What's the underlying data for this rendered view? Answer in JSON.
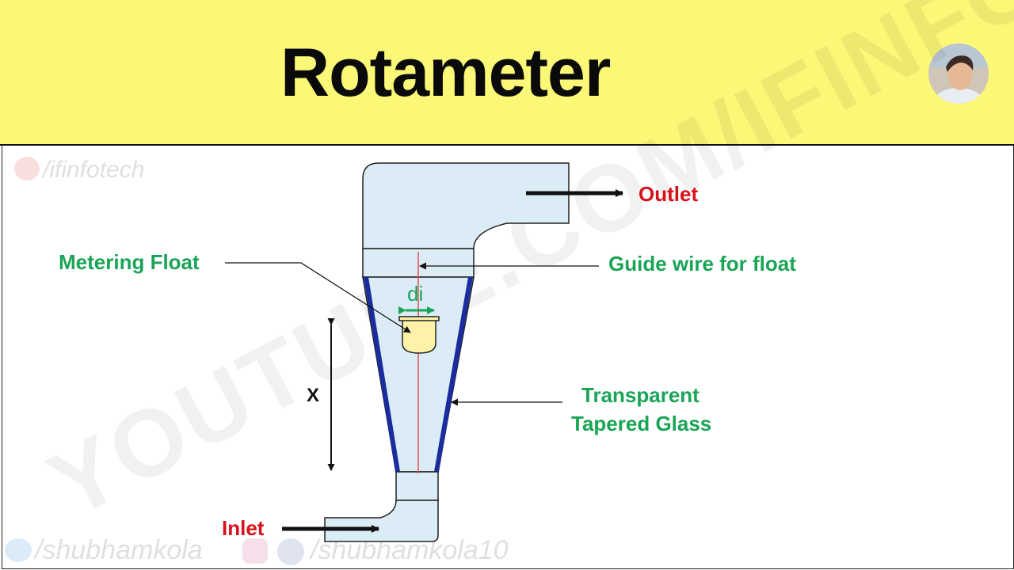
{
  "header": {
    "title": "Rotameter"
  },
  "labels": {
    "outlet": "Outlet",
    "inlet": "Inlet",
    "metering_float": "Metering Float",
    "guide_wire": "Guide wire for float",
    "tapered_glass_line1": "Transparent",
    "tapered_glass_line2": "Tapered Glass",
    "di": "di",
    "x": "X"
  },
  "watermarks": {
    "channel": "/ifinfotech",
    "twitter": "/shubhamkola",
    "facebook": "/shubhamkola10",
    "overlay": "YOUTUBE.COM/IFINFOTECH"
  },
  "colors": {
    "header_bg": "#fbf777",
    "tube_fill": "#dcecf7",
    "glass_edge": "#1b2d9e",
    "label_green": "#19a456",
    "label_red": "#d8111b",
    "float_fill": "#fdf2a8",
    "guide_wire": "#e05050"
  }
}
